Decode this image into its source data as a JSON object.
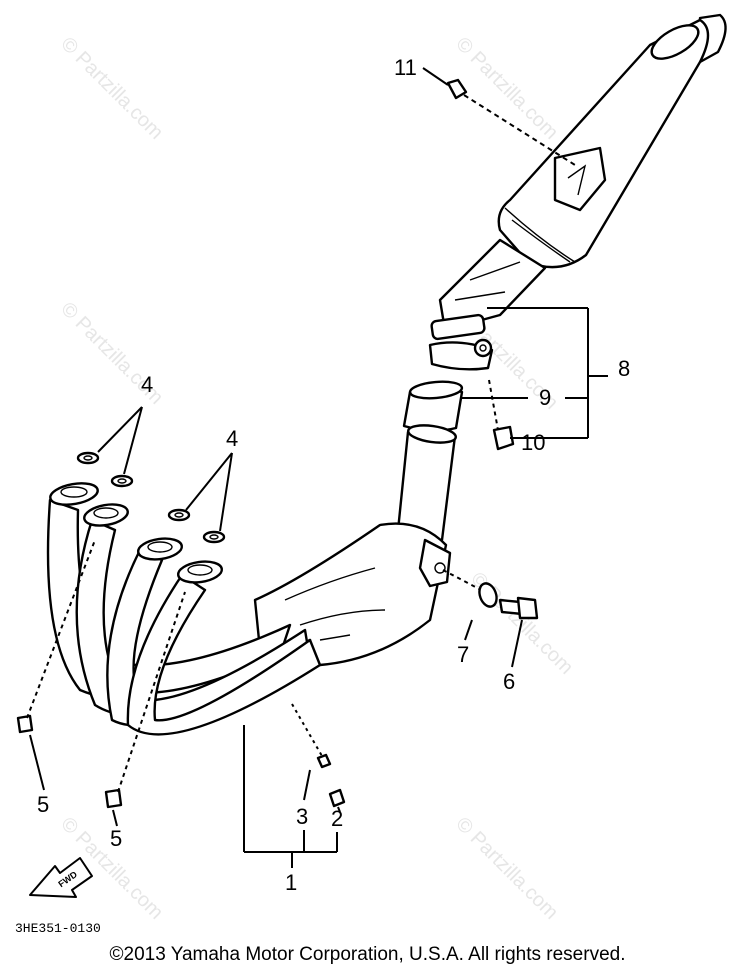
{
  "diagram": {
    "watermark": "© Partzilla.com",
    "part_code": "3HE351-0130",
    "fwd_label": "FWD",
    "copyright": "©2013 Yamaha Motor Corporation, U.S.A. All rights reserved.",
    "callouts": {
      "c1": "1",
      "c2": "2",
      "c3": "3",
      "c4a": "4",
      "c4b": "4",
      "c5a": "5",
      "c5b": "5",
      "c6": "6",
      "c7": "7",
      "c8": "8",
      "c9": "9",
      "c10": "10",
      "c11": "11"
    }
  }
}
